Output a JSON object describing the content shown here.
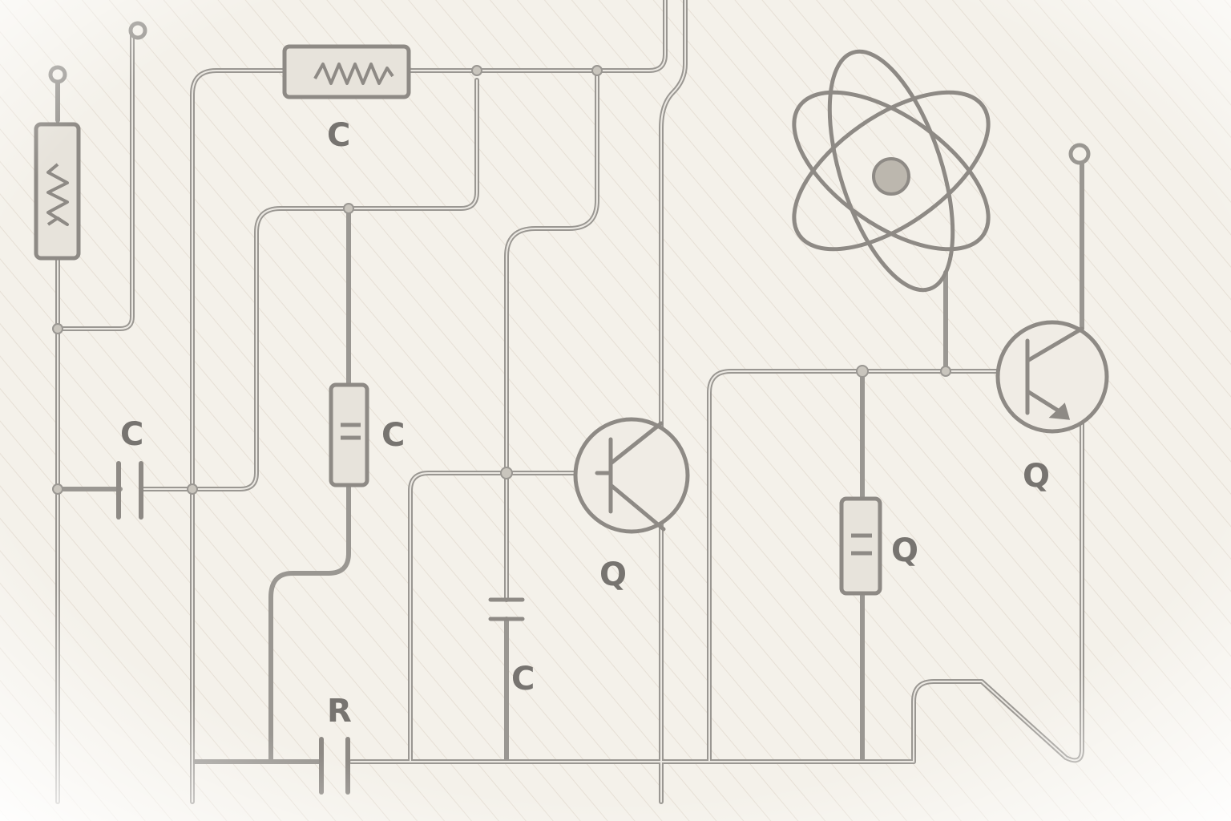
{
  "diagram": {
    "labels": {
      "top_resistor": "C",
      "left_capacitor": "C",
      "mid_capacitor_box": "C",
      "vertical_capacitor": "C",
      "bottom_capacitor": "R",
      "transistor_1": "Q",
      "transistor_2": "Q",
      "right_component": "Q"
    },
    "colors": {
      "paper": "#f4f1ea",
      "wire": "#9a9792",
      "wire_highlight": "#ebe8e2",
      "component_fill": "#e7e3db",
      "label": "#777470",
      "hatch": "#e6dfd5"
    },
    "icons": [
      "atom-icon"
    ]
  }
}
